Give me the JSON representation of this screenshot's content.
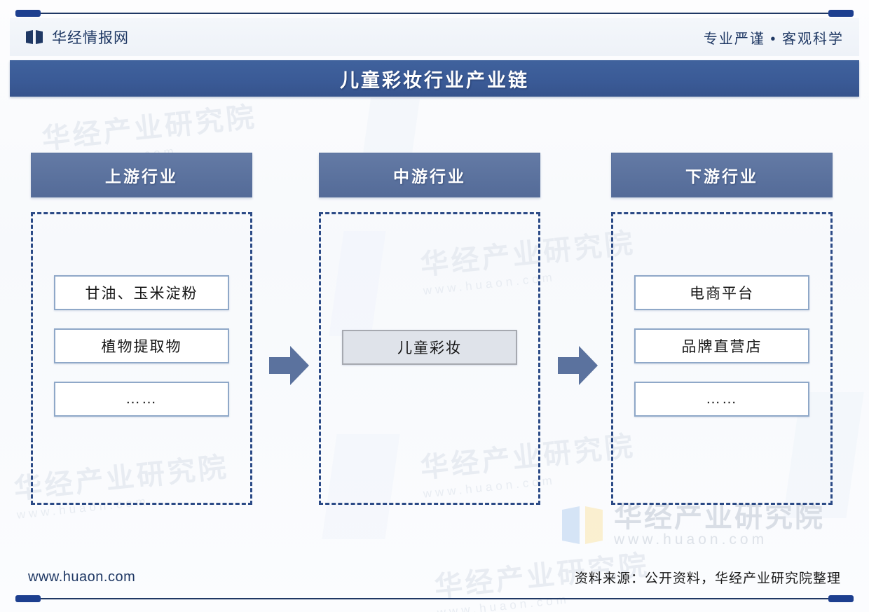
{
  "header": {
    "brand_name": "华经情报网",
    "slogan": "专业严谨 • 客观科学",
    "logo_icon": "open-book-icon"
  },
  "title": "儿童彩妆行业产业链",
  "columns": [
    {
      "key": "upstream",
      "header": "上游行业",
      "items": [
        {
          "label": "甘油、玉米淀粉",
          "style": "outline"
        },
        {
          "label": "植物提取物",
          "style": "outline"
        },
        {
          "label": "……",
          "style": "outline"
        }
      ]
    },
    {
      "key": "midstream",
      "header": "中游行业",
      "items": [
        {
          "label": "儿童彩妆",
          "style": "filled"
        }
      ]
    },
    {
      "key": "downstream",
      "header": "下游行业",
      "items": [
        {
          "label": "电商平台",
          "style": "outline"
        },
        {
          "label": "品牌直营店",
          "style": "outline"
        },
        {
          "label": "……",
          "style": "outline"
        }
      ]
    }
  ],
  "arrows": [
    {
      "name": "arrow-upstream-to-midstream",
      "icon": "right-arrow-icon"
    },
    {
      "name": "arrow-midstream-to-downstream",
      "icon": "right-arrow-icon"
    }
  ],
  "footer": {
    "url": "www.huaon.com",
    "source": "资料来源：公开资料，华经产业研究院整理"
  },
  "watermark": {
    "text": "华经产业研究院",
    "url": "www.huaon.com"
  },
  "colors": {
    "title_band": "#3a5a96",
    "column_header": "#5b729e",
    "dashed_border": "#2b4a86",
    "item_border": "#8fa8c8",
    "item_filled_bg": "#dfe3ea",
    "arrow": "#5b729e",
    "brand_text": "#1f3864",
    "page_bg": "#f7f9fc"
  }
}
